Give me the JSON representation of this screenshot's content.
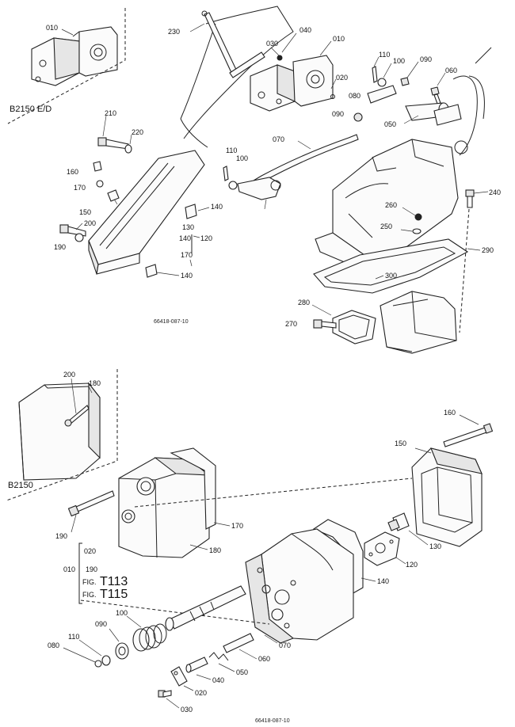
{
  "top_section": {
    "variant_label": "B2150 E/D",
    "drawing_code": "66418-087-10",
    "callouts": [
      "010",
      "230",
      "030",
      "040",
      "010",
      "020",
      "110",
      "100",
      "090",
      "060",
      "080",
      "090",
      "050",
      "210",
      "220",
      "070",
      "110",
      "100",
      "160",
      "170",
      "150",
      "140",
      "200",
      "130",
      "190",
      "140",
      "120",
      "170",
      "140",
      "240",
      "260",
      "250",
      "280",
      "270",
      "290",
      "300"
    ]
  },
  "bottom_section": {
    "variant_label": "B2150",
    "drawing_code": "66418-087-10",
    "callouts": [
      "200",
      "180",
      "160",
      "150",
      "170",
      "180",
      "190",
      "130",
      "120",
      "140",
      "070",
      "060",
      "050",
      "040",
      "020",
      "030",
      "100",
      "090",
      "110",
      "080"
    ],
    "assembly_label": "010",
    "assembly_items": [
      "020",
      "190"
    ],
    "fig_label": "FIG.",
    "fig_refs": [
      "T113",
      "T115"
    ]
  }
}
